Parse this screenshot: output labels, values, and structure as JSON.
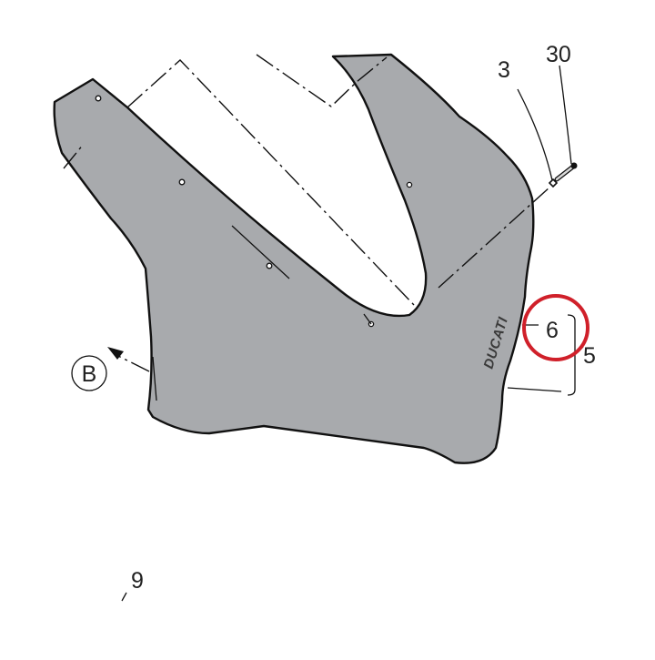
{
  "diagram": {
    "colors": {
      "panel_fill": "#a8aaad",
      "outline": "#111111",
      "highlight_ring": "#d0202a",
      "background": "#ffffff"
    },
    "brand_text": "DUCATI",
    "callouts": {
      "label_3": "3",
      "label_5": "5",
      "label_6": "6",
      "label_9": "9",
      "label_b": "B",
      "label_top_partial": "30"
    }
  }
}
